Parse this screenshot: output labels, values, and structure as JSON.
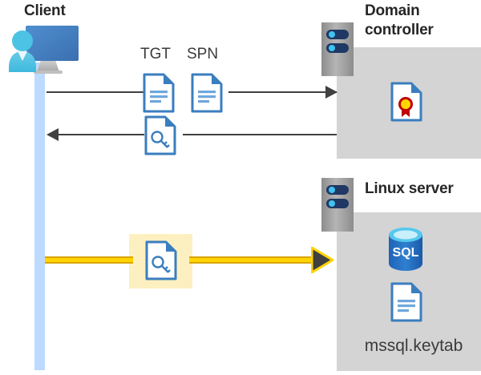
{
  "diagram": {
    "title": "Kerberos authentication flow diagram",
    "background": "#ffffff"
  },
  "actors": {
    "client": {
      "label": "Client",
      "icon": "client-workstation-icon",
      "lifeline_color": "#bddaff"
    },
    "domain_controller": {
      "label_line1": "Domain",
      "label_line2": "controller",
      "icon": "server-rack-icon",
      "panel_color": "#d4d4d4",
      "contents": [
        {
          "icon": "certificate-document-icon",
          "label": ""
        }
      ]
    },
    "linux_server": {
      "label": "Linux server",
      "icon": "server-rack-icon",
      "panel_color": "#d4d4d4",
      "contents": [
        {
          "icon": "sql-database-icon",
          "label": "SQL"
        },
        {
          "icon": "keytab-document-icon",
          "label": "mssql.keytab"
        }
      ]
    }
  },
  "messages": [
    {
      "id": "request",
      "direction": "right",
      "from": "client",
      "to": "domain_controller",
      "line_color": "#404040",
      "artifacts": [
        {
          "icon": "document-icon",
          "label": "TGT"
        },
        {
          "icon": "document-icon",
          "label": "SPN"
        }
      ]
    },
    {
      "id": "response",
      "direction": "left",
      "from": "domain_controller",
      "to": "client",
      "line_color": "#404040",
      "artifacts": [
        {
          "icon": "key-document-icon",
          "label": ""
        }
      ]
    },
    {
      "id": "service-ticket",
      "direction": "right",
      "from": "client",
      "to": "linux_server",
      "line_color": "#ffd400",
      "line_border_color": "#d9a400",
      "highlight": true,
      "highlight_color": "#fdf0c0",
      "artifacts": [
        {
          "icon": "key-document-icon",
          "label": ""
        }
      ]
    }
  ],
  "labels": {
    "tgt": "TGT",
    "spn": "SPN",
    "sql": "SQL",
    "keytab_file": "mssql.keytab",
    "client": "Client",
    "domain_line1": "Domain",
    "domain_line2": "controller",
    "linux": "Linux server"
  },
  "colors": {
    "panel_gray": "#d4d4d4",
    "lifeline_blue": "#bddaff",
    "arrow_gray": "#404040",
    "highlight_yellow": "#fdf0c0",
    "arrow_yellow": "#ffd400",
    "doc_blue": "#3a7ebf",
    "title_black": "#262626"
  }
}
